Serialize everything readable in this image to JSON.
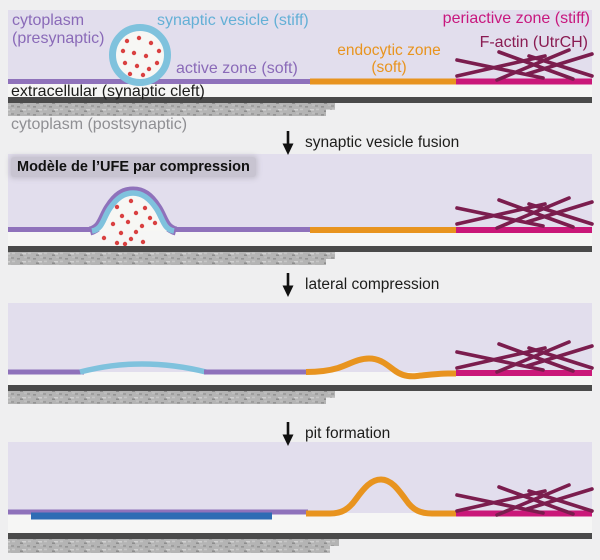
{
  "panel1": {
    "cytoplasm_presynaptic": "cytoplasm (presynaptic)",
    "synaptic_vesicle": "synaptic vesicle (stiff)",
    "active_zone": "active zone (soft)",
    "endocytic_zone": "endocytic zone (soft)",
    "periactive_zone": "periactive zone (stiff)",
    "f_actin": "F-actin (UtrCH)",
    "extracellular": "extracellular (synaptic cleft)",
    "cytoplasm_postsynaptic": "cytoplasm (postsynaptic)"
  },
  "panel2": {
    "title": "Modèle de l’UFE par compression"
  },
  "steps": [
    {
      "label": "synaptic vesicle fusion"
    },
    {
      "label": "lateral compression"
    },
    {
      "label": "pit formation"
    }
  ],
  "colors": {
    "presynaptic_membrane": "#8f72bb",
    "vesicle_membrane": "#7fc2dd",
    "endocytic_zone": "#e8941f",
    "periactive_zone": "#ca1879",
    "f_actin": "#7b1d4e",
    "vesicle_lipids_spread": "#2e6cb4",
    "neurotransmitter": "#d94040",
    "postsynaptic_membrane": "#4a4a4a",
    "panel_background": "#e2deed"
  }
}
